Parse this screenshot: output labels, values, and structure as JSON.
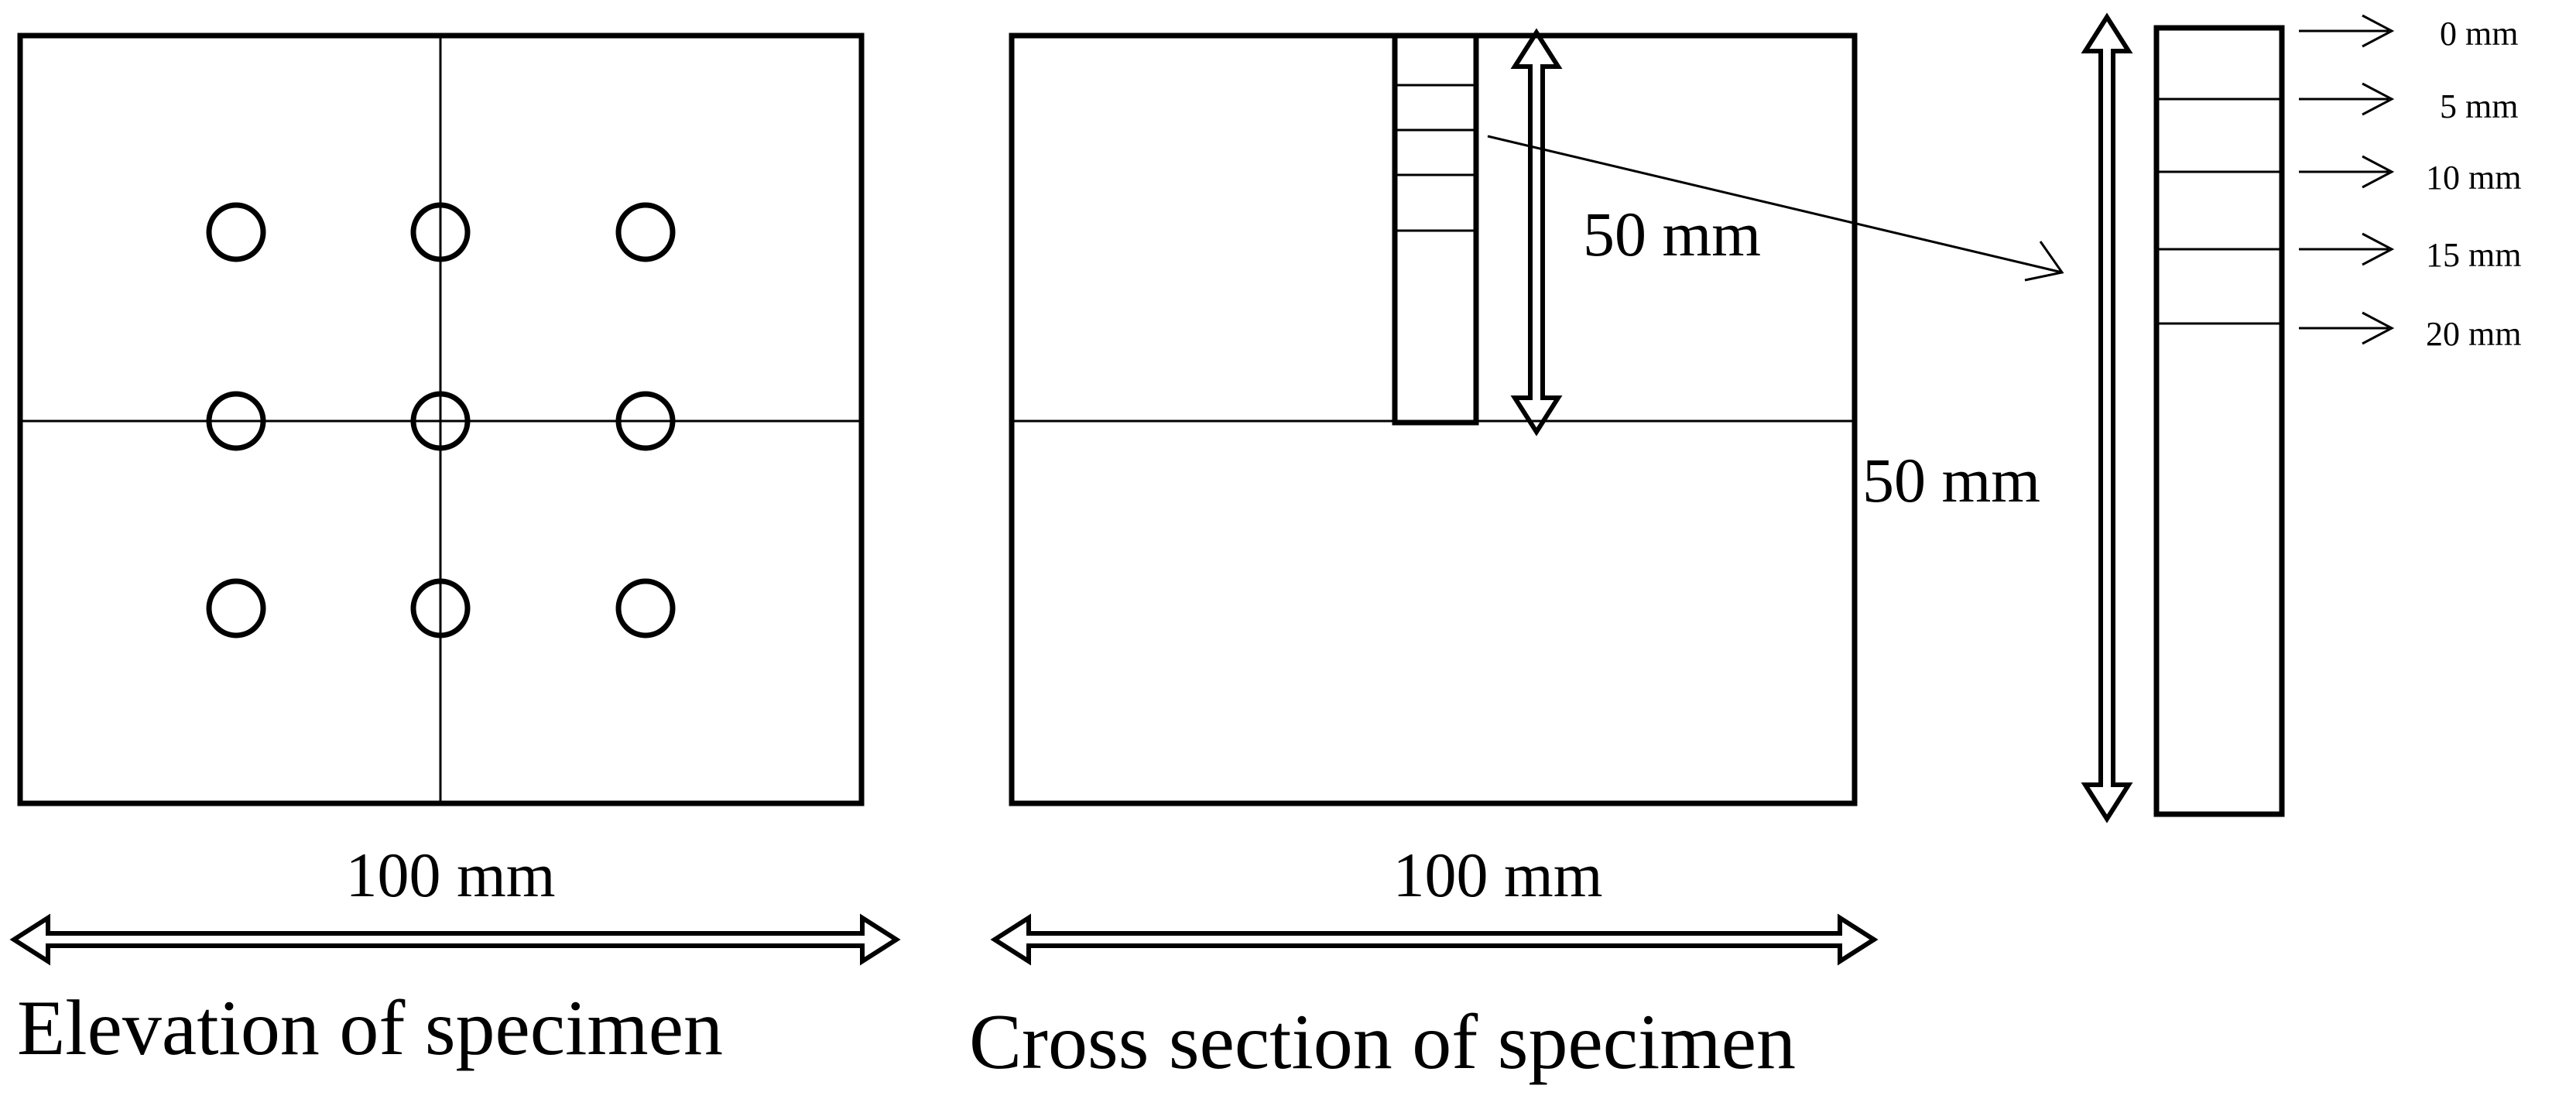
{
  "colors": {
    "stroke": "#000000",
    "background": "#ffffff"
  },
  "elevation": {
    "width_label": "100 mm",
    "caption": "Elevation of specimen"
  },
  "cross_section": {
    "width_label": "100 mm",
    "depth_label": "50 mm",
    "caption": "Cross section of specimen"
  },
  "core_detail": {
    "depth_label": "50 mm",
    "depth_marks": [
      "0 mm",
      "5 mm",
      "10 mm",
      "15 mm",
      "20 mm"
    ]
  }
}
